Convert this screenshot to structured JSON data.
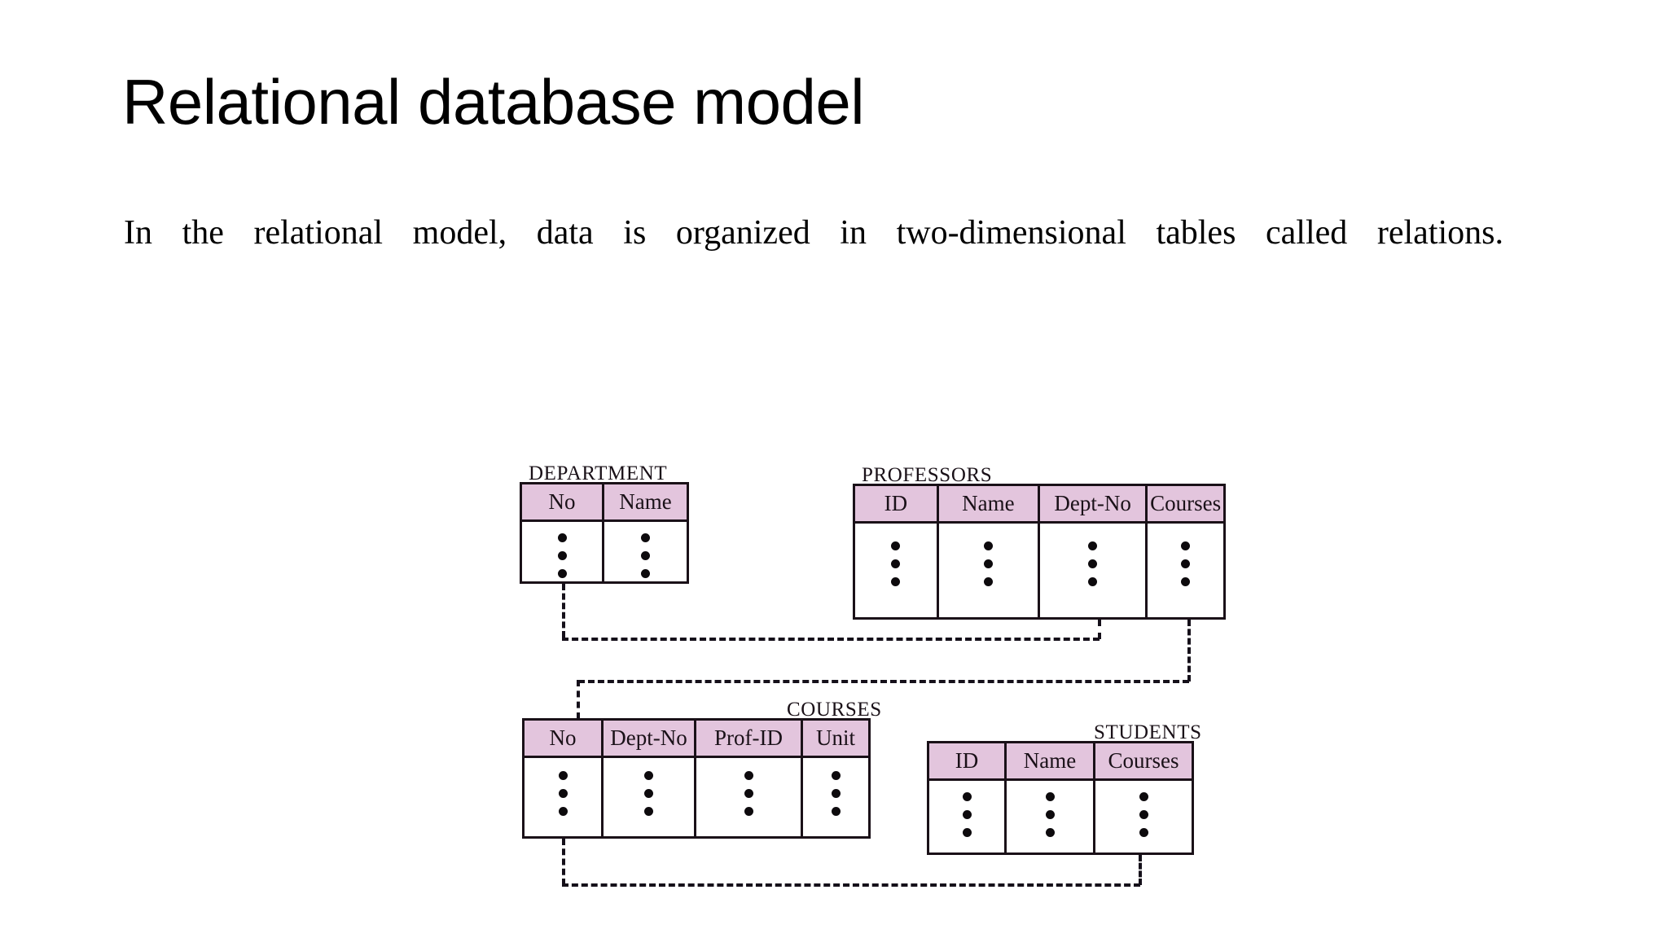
{
  "slide": {
    "title": "Relational database model",
    "body": "In the relational model, data is organized in two-dimensional tables called relations."
  },
  "colors": {
    "header_fill": "#e3c5dd",
    "line": "#1a1118",
    "text": "#000000",
    "background": "#ffffff"
  },
  "diagram": {
    "type": "entity-relationship-tables",
    "tables": [
      {
        "name": "DEPARTMENT",
        "caption": "DEPARTMENT",
        "columns": [
          "No",
          "Name"
        ],
        "rows_placeholder": "vertical-ellipsis",
        "row_dots": 3
      },
      {
        "name": "PROFESSORS",
        "caption": "PROFESSORS",
        "columns": [
          "ID",
          "Name",
          "Dept-No",
          "Courses"
        ],
        "rows_placeholder": "vertical-ellipsis",
        "row_dots": 3
      },
      {
        "name": "COURSES",
        "caption": "COURSES",
        "columns": [
          "No",
          "Dept-No",
          "Prof-ID",
          "Unit"
        ],
        "rows_placeholder": "vertical-ellipsis",
        "row_dots": 3
      },
      {
        "name": "STUDENTS",
        "caption": "STUDENTS",
        "columns": [
          "ID",
          "Name",
          "Courses"
        ],
        "rows_placeholder": "vertical-ellipsis",
        "row_dots": 3
      }
    ],
    "relationships": [
      {
        "from": "DEPARTMENT.No",
        "to": "PROFESSORS.Dept-No",
        "style": "dashed"
      },
      {
        "from": "PROFESSORS.Courses",
        "to": "COURSES.No",
        "style": "dashed"
      },
      {
        "from": "COURSES.No",
        "to": "STUDENTS.Courses",
        "style": "dashed"
      }
    ]
  }
}
